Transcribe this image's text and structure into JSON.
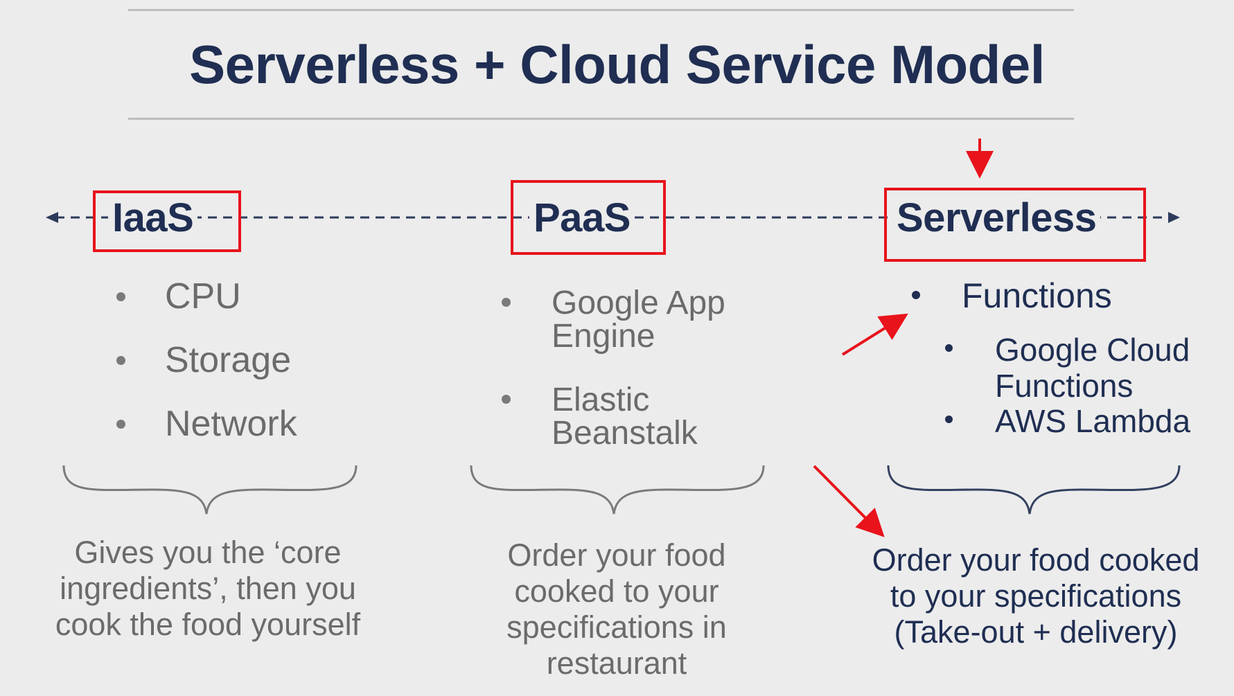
{
  "title": "Serverless + Cloud Service Model",
  "models": [
    {
      "label": "IaaS",
      "items": [
        "CPU",
        "Storage",
        "Network"
      ],
      "caption": [
        "Gives you the ‘core",
        "ingredients’, then you",
        "cook the food yourself"
      ]
    },
    {
      "label": "PaaS",
      "items": [
        [
          "Google App",
          "Engine"
        ],
        [
          "Elastic",
          "Beanstalk"
        ]
      ],
      "caption": [
        "Order your food",
        "cooked to your",
        "specifications in",
        "restaurant"
      ]
    },
    {
      "label": "Serverless",
      "items": [
        "Functions"
      ],
      "subitems": [
        [
          "Google Cloud",
          "Functions"
        ],
        [
          "AWS Lambda"
        ]
      ],
      "caption": [
        "Order your food cooked",
        "to your specifications",
        "(Take-out + delivery)"
      ]
    }
  ],
  "colors": {
    "background": "#ececec",
    "title": "#1f2e52",
    "gray_text": "#6b6b6b",
    "highlight": "#e8131b",
    "rule": "#bdbdbd"
  }
}
